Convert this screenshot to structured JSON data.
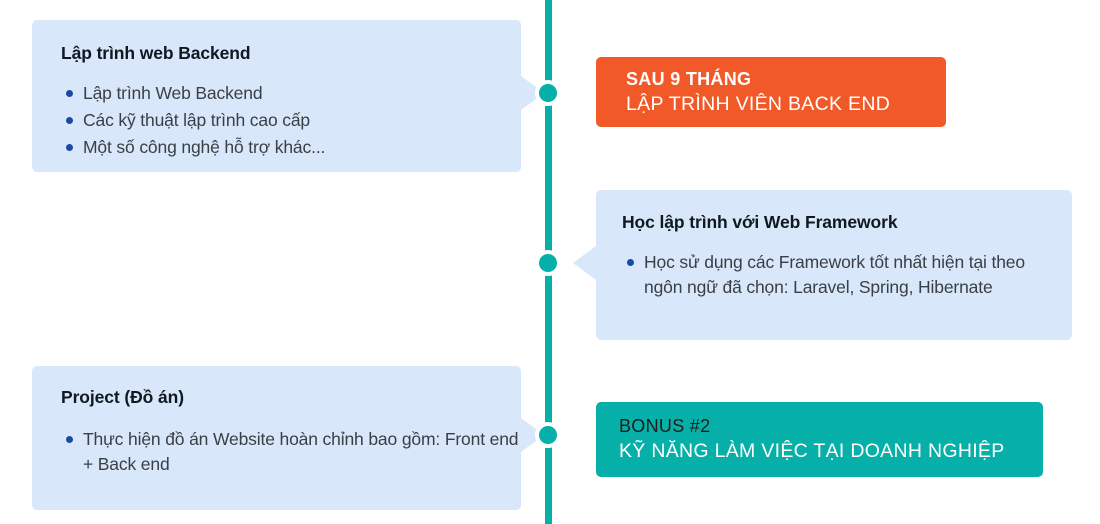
{
  "theme": {
    "background": "#ffffff",
    "card_background": "#d9e7fb",
    "timeline_color": "#06b0a8",
    "accent_orange": "#f15a28",
    "accent_teal": "#06b0a8",
    "bullet_color": "#1a4b9e",
    "title_color": "#101820",
    "body_color": "#3a3f45"
  },
  "timeline": {
    "name": "backend-roadmap-timeline",
    "node_count": 3
  },
  "cards": [
    {
      "id": "backend",
      "side": "left",
      "title": "Lập trình web Backend",
      "bullets": [
        "Lập trình Web Backend",
        "Các kỹ thuật lập trình cao cấp",
        "Một số công nghệ hỗ trợ khác..."
      ]
    },
    {
      "id": "framework",
      "side": "right",
      "title": "Học lập trình với Web Framework",
      "bullets": [
        "Học sử dụng các Framework tốt nhất hiện tại theo ngôn ngữ đã chọn: Laravel, Spring, Hibernate"
      ]
    },
    {
      "id": "project",
      "side": "left",
      "title": "Project (Đồ án)",
      "bullets": [
        "Thực hiện đồ án Website hoàn chỉnh bao gồm: Front end + Back end"
      ]
    }
  ],
  "badges": [
    {
      "id": "milestone",
      "line1": "SAU 9 THÁNG",
      "line2": "LẬP TRÌNH VIÊN BACK END",
      "color": "#f15a28"
    },
    {
      "id": "bonus",
      "line1": "BONUS #2",
      "line2": "KỸ NĂNG LÀM VIỆC TẠI DOANH NGHIỆP",
      "color": "#06b0a8"
    }
  ]
}
